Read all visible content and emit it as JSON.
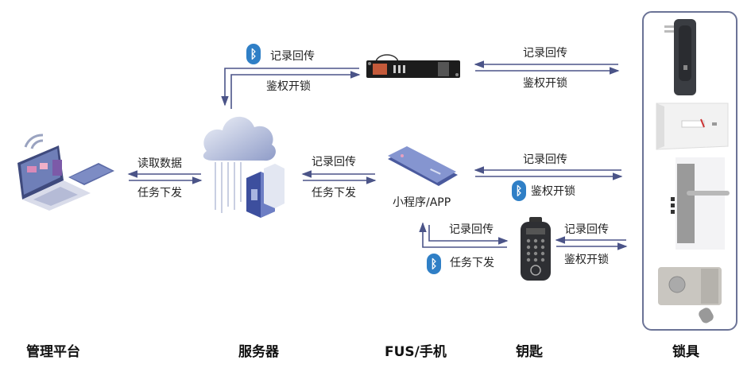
{
  "colors": {
    "arrow": "#4b5488",
    "bluetooth": "#2f7fc6",
    "box_border": "#6b7396"
  },
  "nodes": {
    "platform": {
      "caption": "管理平台",
      "icon": "laptop-and-phone-icon"
    },
    "server": {
      "caption": "服务器",
      "icon": "cloud-server-icon"
    },
    "fus_phone": {
      "caption": "FUS/手机",
      "sublabel": "小程序/APP",
      "icon": "smartphone-icon",
      "device_icon": "fus-rack-device-icon"
    },
    "key": {
      "caption": "钥匙",
      "icon": "electronic-key-icon"
    },
    "locks": {
      "caption": "锁具",
      "items": [
        "cabinet-handle-lock-icon",
        "wall-box-lock-icon",
        "door-handle-lock-icon",
        "rim-lock-icon"
      ]
    }
  },
  "links": {
    "platform_server": {
      "top": "读取数据",
      "bottom": "任务下发"
    },
    "server_fus": {
      "top": "记录回传",
      "bottom": "鉴权开锁",
      "bluetooth": true
    },
    "fus_lock": {
      "top": "记录回传",
      "bottom": "鉴权开锁"
    },
    "server_app": {
      "top": "记录回传",
      "bottom": "任务下发"
    },
    "app_lock": {
      "top": "记录回传",
      "bottom": "鉴权开锁",
      "bluetooth": true
    },
    "app_key": {
      "top": "记录回传",
      "bottom": "任务下发",
      "bluetooth": true
    },
    "key_lock": {
      "top": "记录回传",
      "bottom": "鉴权开锁"
    }
  },
  "bluetooth_glyph": "ᛒ"
}
